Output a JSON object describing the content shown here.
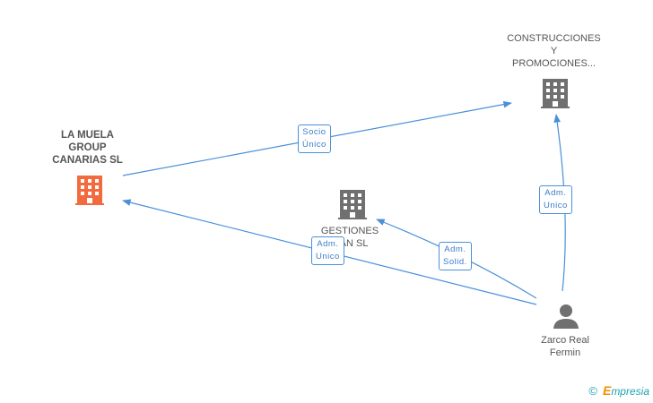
{
  "nodes": {
    "la_muela": {
      "lines": [
        "LA MUELA",
        "GROUP",
        "CANARIAS SL"
      ]
    },
    "construcciones": {
      "lines": [
        "CONSTRUCCIONES",
        "Y",
        "PROMOCIONES..."
      ]
    },
    "gestiones": {
      "lines": [
        "GESTIONES",
        "...AN SL"
      ]
    },
    "zarco": {
      "lines": [
        "Zarco Real",
        "Fermin"
      ]
    }
  },
  "edges": {
    "socio_unico": {
      "lines": [
        "Socio",
        "Único"
      ]
    },
    "adm_unico_left": {
      "lines": [
        "Adm.",
        "Unico"
      ]
    },
    "adm_solid": {
      "lines": [
        "Adm.",
        "Solid."
      ]
    },
    "adm_unico_right": {
      "lines": [
        "Adm.",
        "Unico"
      ]
    }
  },
  "brand": {
    "copyright": "©",
    "name_initial": "E",
    "name_rest": "mpresia"
  },
  "colors": {
    "edge": "#4a90d9",
    "highlight_building": "#f26a3d",
    "building": "#707070",
    "person": "#707070"
  }
}
